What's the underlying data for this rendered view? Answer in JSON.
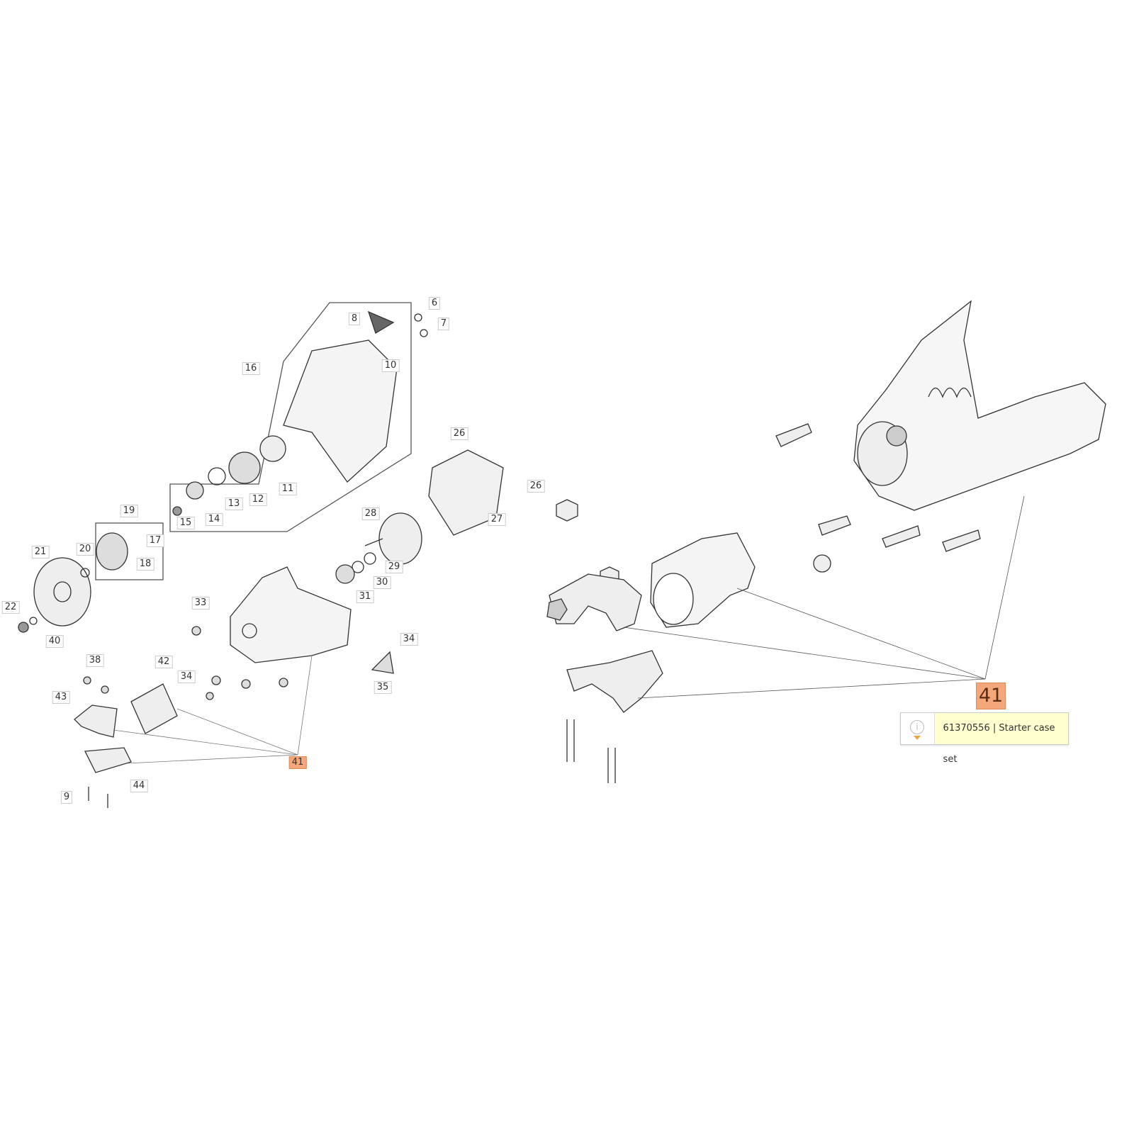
{
  "callouts": [
    "6",
    "7",
    "8",
    "10",
    "16",
    "11",
    "12",
    "13",
    "14",
    "15",
    "19",
    "17",
    "18",
    "20",
    "21",
    "22",
    "40",
    "26",
    "26",
    "27",
    "28",
    "29",
    "30",
    "31",
    "33",
    "34",
    "35",
    "34",
    "38",
    "42",
    "43",
    "41",
    "44",
    "9"
  ],
  "highlight": {
    "number": "41",
    "color": "#f4a77b"
  },
  "tooltip": {
    "icon": "info-icon",
    "text": "61370556 | Starter case set"
  }
}
